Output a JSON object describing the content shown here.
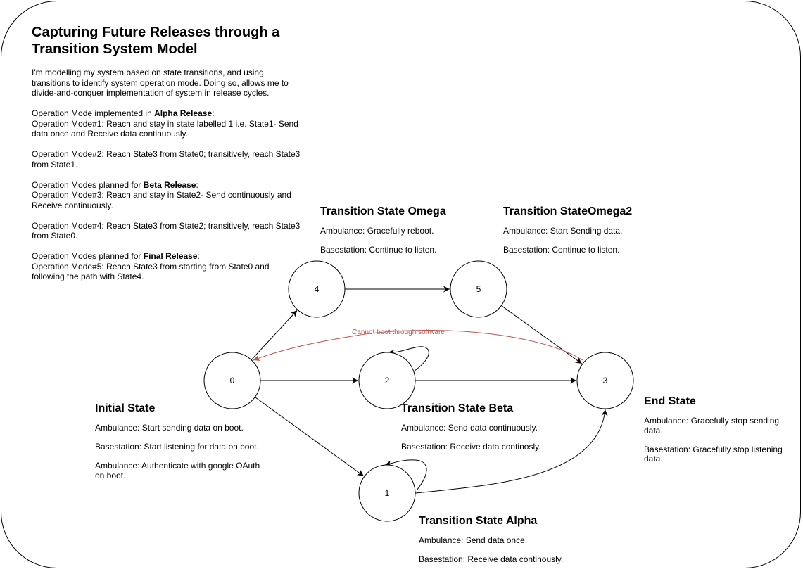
{
  "title": "Capturing Future Releases through a Transition System Model",
  "intro": {
    "summary": "I'm modelling my system based on state transitions, and using transitions to identify system operation mode. Doing so, allows me to divide-and-conquer implementation of system in release cycles.",
    "alpha": {
      "lead": "Operation Mode implemented in ",
      "release": "Alpha Release",
      "colon": ":",
      "modes": [
        "Operation Mode#1: Reach and stay in state labelled 1 i.e. State1- Send data once and Receive data continuously.",
        "Operation Mode#2: Reach State3 from State0; transitively, reach State3 from State1."
      ]
    },
    "beta": {
      "lead": "Operation Modes planned for ",
      "release": "Beta Release",
      "colon": ":",
      "modes": [
        "Operation Mode#3: Reach and stay in State2- Send continuously and Receive continuously.",
        "Operation Mode#4: Reach State3 from State2; transitively, reach State3 from State0."
      ]
    },
    "final": {
      "lead": "Operation Modes planned for ",
      "release": "Final Release",
      "colon": ":",
      "modes": [
        "Operation Mode#5: Reach State3 from starting from State0 and following the path with State4."
      ]
    }
  },
  "states": [
    {
      "id": "0",
      "label": "0"
    },
    {
      "id": "1",
      "label": "1"
    },
    {
      "id": "2",
      "label": "2"
    },
    {
      "id": "3",
      "label": "3"
    },
    {
      "id": "4",
      "label": "4"
    },
    {
      "id": "5",
      "label": "5"
    }
  ],
  "transitions": [
    {
      "from": "0",
      "to": "4"
    },
    {
      "from": "4",
      "to": "5"
    },
    {
      "from": "5",
      "to": "3"
    },
    {
      "from": "0",
      "to": "2"
    },
    {
      "from": "2",
      "to": "3"
    },
    {
      "from": "0",
      "to": "1"
    },
    {
      "from": "1",
      "to": "3"
    },
    {
      "from": "2",
      "to": "2"
    },
    {
      "from": "1",
      "to": "1"
    },
    {
      "from": "3",
      "to": "0",
      "label": "Cannot boot through software",
      "color": "#b85450"
    }
  ],
  "notes": {
    "initial": {
      "heading": "Initial State",
      "lines": [
        "Ambulance: Start sending data on boot.",
        "Basestation: Start listening for data on boot.",
        "Ambulance: Authenticate with google OAuth on boot."
      ]
    },
    "alpha": {
      "heading": "Transition State Alpha",
      "lines": [
        "Ambulance: Send data once.",
        "Basestation: Receive data continously."
      ]
    },
    "beta": {
      "heading": "Transition State Beta",
      "lines": [
        "Ambulance: Send data continuously.",
        "Basestation: Receive data continosly."
      ]
    },
    "omega": {
      "heading": "Transition State Omega",
      "lines": [
        "Ambulance: Gracefully reboot.",
        "Basestation: Continue to listen."
      ]
    },
    "omega2": {
      "heading": "Transition StateOmega2",
      "lines": [
        "Ambulance: Start Sending data.",
        "Basestation: Continue to listen."
      ]
    },
    "end": {
      "heading": "End State",
      "lines": [
        "Ambulance: Gracefully stop sending data.",
        "Basestation: Gracefully stop listening data."
      ]
    }
  },
  "colors": {
    "stroke": "#000000",
    "reject_edge": "#b85450"
  }
}
